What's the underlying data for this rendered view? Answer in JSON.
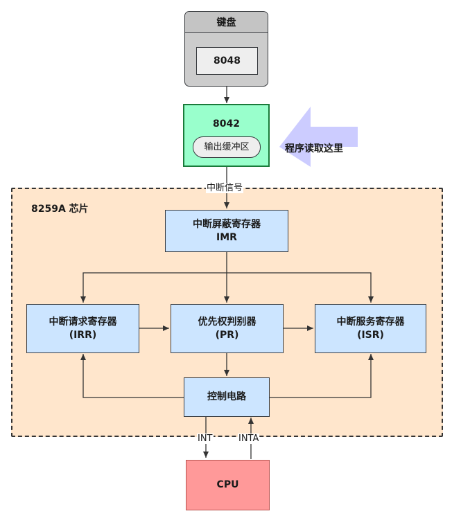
{
  "keyboard": {
    "title": "键盘",
    "chip": "8048"
  },
  "controller": {
    "title": "8042",
    "buffer": "输出缓冲区"
  },
  "read_arrow": {
    "label": "程序读取这里"
  },
  "interrupt_signal_label": "中断信号",
  "pic": {
    "title": "8259A 芯片",
    "imr": {
      "line1": "中断屏蔽寄存器",
      "line2": "IMR"
    },
    "irr": {
      "line1": "中断请求寄存器",
      "line2": "(IRR)"
    },
    "pr": {
      "line1": "优先权判别器",
      "line2": "(PR)"
    },
    "isr": {
      "line1": "中断服务寄存器",
      "line2": "(ISR)"
    },
    "control": "控制电路"
  },
  "int_label": "INT",
  "inta_label": "INTA",
  "cpu": {
    "label": "CPU"
  },
  "colors": {
    "keyboard_bg": "#cccccc",
    "chip_bg": "#eeeeee",
    "controller_bg": "#99ffcc",
    "controller_border": "#1a7a3a",
    "arrow_fill": "#ccccff",
    "pic_bg": "#ffe6cc",
    "register_bg": "#cce5ff",
    "cpu_bg": "#ff9999",
    "cpu_border": "#b85450"
  }
}
